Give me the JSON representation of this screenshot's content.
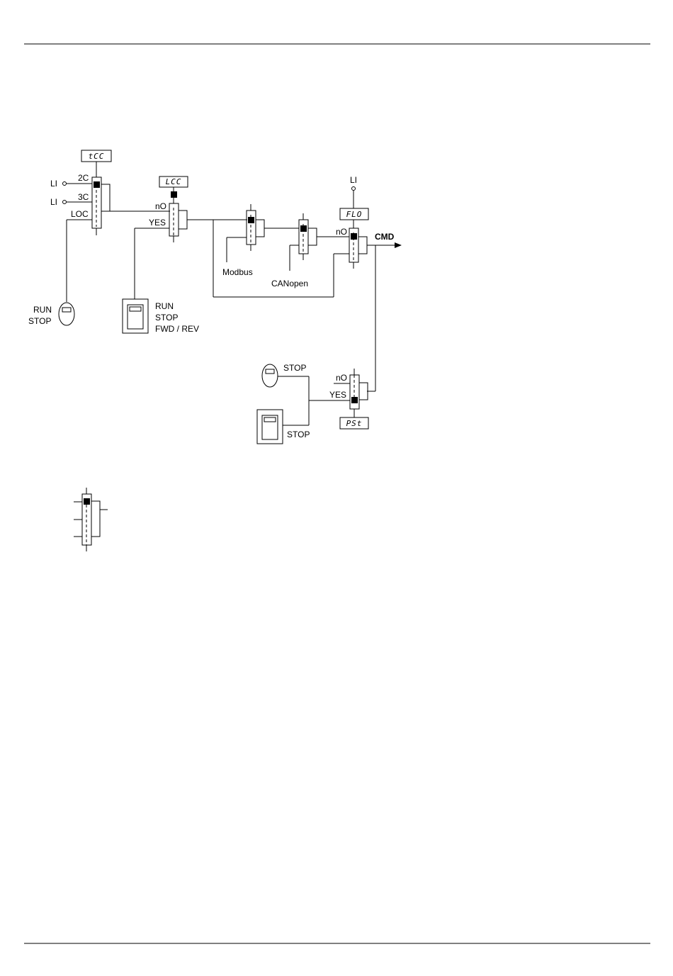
{
  "diagram": {
    "param_tcc": "tCC",
    "param_lcc": "LCC",
    "param_flo": "FLO",
    "param_pst": "PSt",
    "li_input_1": "LI",
    "li_input_2": "LI",
    "li_input_flo": "LI",
    "sel_2c": "2C",
    "sel_3c": "3C",
    "sel_loc": "LOC",
    "lcc_no": "nO",
    "lcc_yes": "YES",
    "flo_no": "nO",
    "pst_no": "nO",
    "pst_yes": "YES",
    "local_run": "RUN",
    "local_stop": "STOP",
    "terminal_run": "RUN",
    "terminal_stop": "STOP",
    "terminal_fwd_rev": "FWD / REV",
    "modbus": "Modbus",
    "canopen": "CANopen",
    "cmd": "CMD",
    "pst_keypad_stop": "STOP",
    "pst_terminal_stop": "STOP"
  }
}
